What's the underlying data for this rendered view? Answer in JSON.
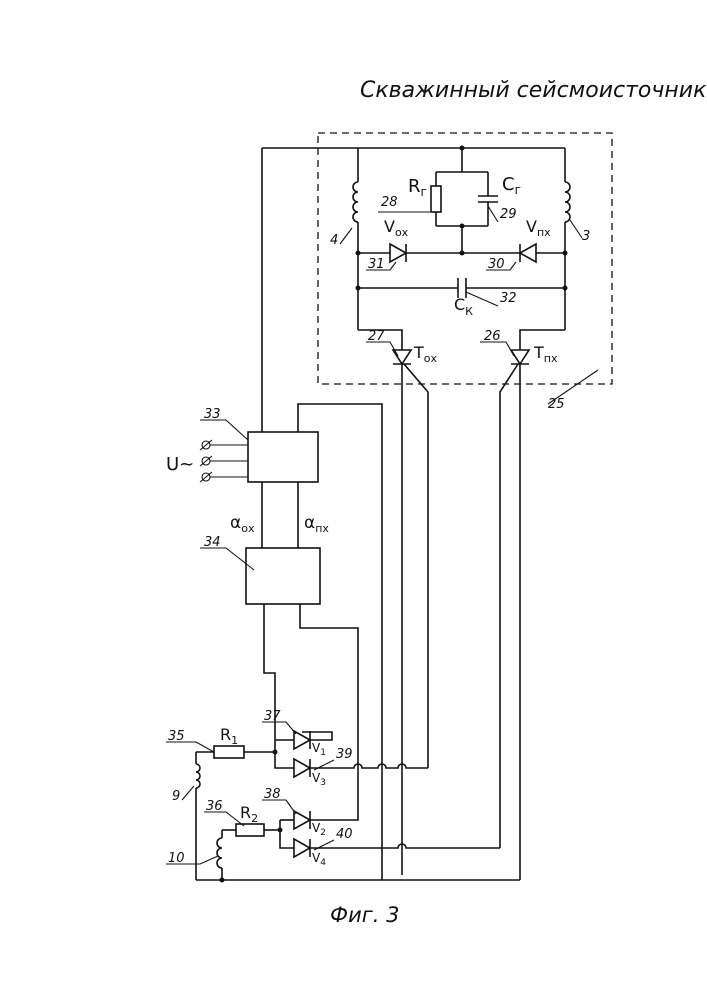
{
  "title": "Скважинный сейсмоисточник",
  "caption": "Фиг. 3",
  "supply_label": "U~",
  "alpha_ox": "α",
  "alpha_ox_sub": "ох",
  "alpha_px": "α",
  "alpha_px_sub": "пх",
  "components": {
    "Rg": {
      "main": "R",
      "sub": "г"
    },
    "Cg": {
      "main": "C",
      "sub": "г"
    },
    "Vox": {
      "main": "V",
      "sub": "ох"
    },
    "Vpx": {
      "main": "V",
      "sub": "пх"
    },
    "Ck": {
      "main": "C",
      "sub": "К"
    },
    "Tox": {
      "main": "T",
      "sub": "ох"
    },
    "Tpx": {
      "main": "T",
      "sub": "пх"
    },
    "R1": {
      "main": "R",
      "sub": "1"
    },
    "R2": {
      "main": "R",
      "sub": "2"
    },
    "V1": {
      "main": "V",
      "sub": "1"
    },
    "V2": {
      "main": "V",
      "sub": "2"
    },
    "V3": {
      "main": "V",
      "sub": "3"
    },
    "V4": {
      "main": "V",
      "sub": "4"
    }
  },
  "refs": {
    "r3": "3",
    "r4": "4",
    "r9": "9",
    "r10": "10",
    "r25": "25",
    "r26": "26",
    "r27": "27",
    "r28": "28",
    "r29": "29",
    "r30": "30",
    "r31": "31",
    "r32": "32",
    "r33": "33",
    "r34": "34",
    "r35": "35",
    "r36": "36",
    "r37": "37",
    "r38": "38",
    "r39": "39",
    "r40": "40"
  }
}
